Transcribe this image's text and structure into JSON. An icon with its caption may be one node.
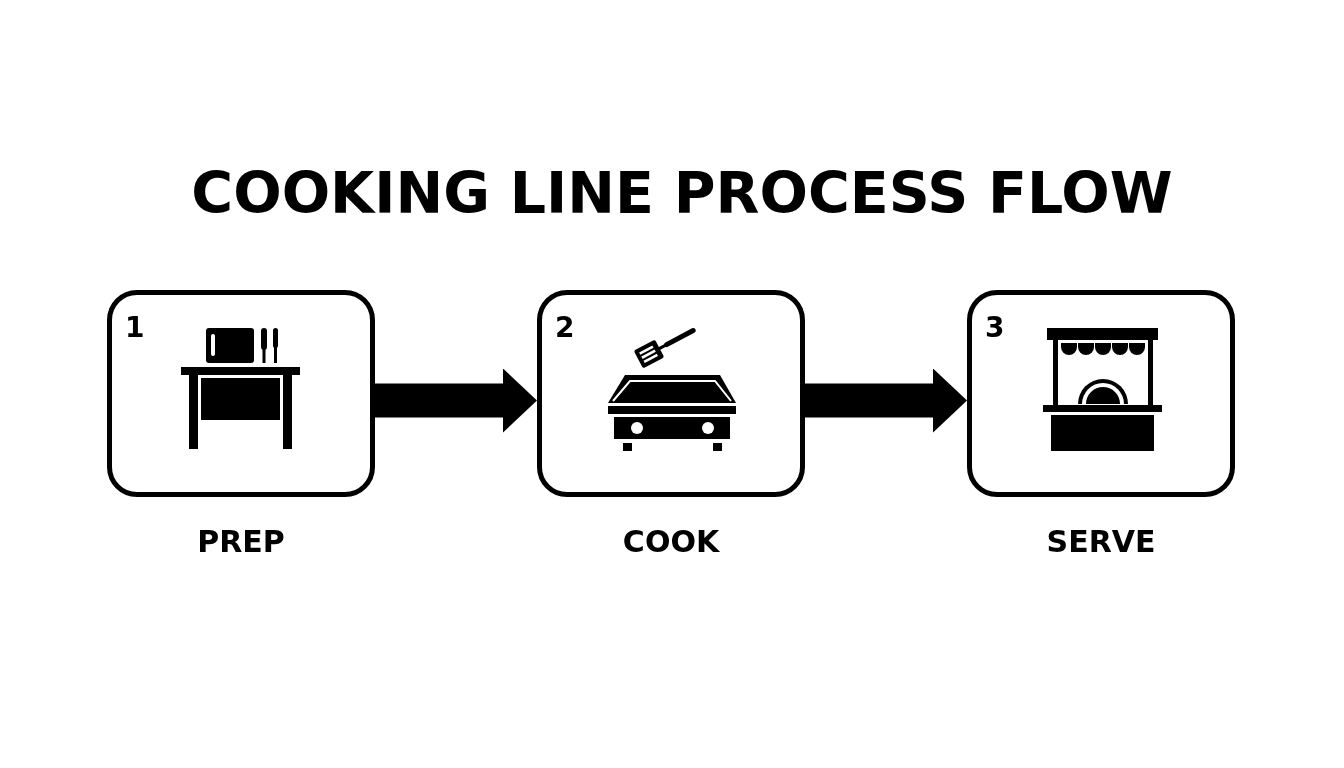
{
  "diagram": {
    "title": "COOKING LINE PROCESS FLOW",
    "nodes": [
      {
        "text": [
          "1"
        ],
        "beside": [
          "PREP"
        ]
      },
      {
        "text": [
          "2"
        ],
        "beside": [
          "COOK"
        ]
      },
      {
        "text": [
          "3"
        ],
        "beside": [
          "SERVE"
        ]
      }
    ],
    "edges": [
      {
        "from": 0,
        "to": 1,
        "arrow": "to"
      },
      {
        "from": 1,
        "to": 2,
        "arrow": "to"
      }
    ]
  }
}
